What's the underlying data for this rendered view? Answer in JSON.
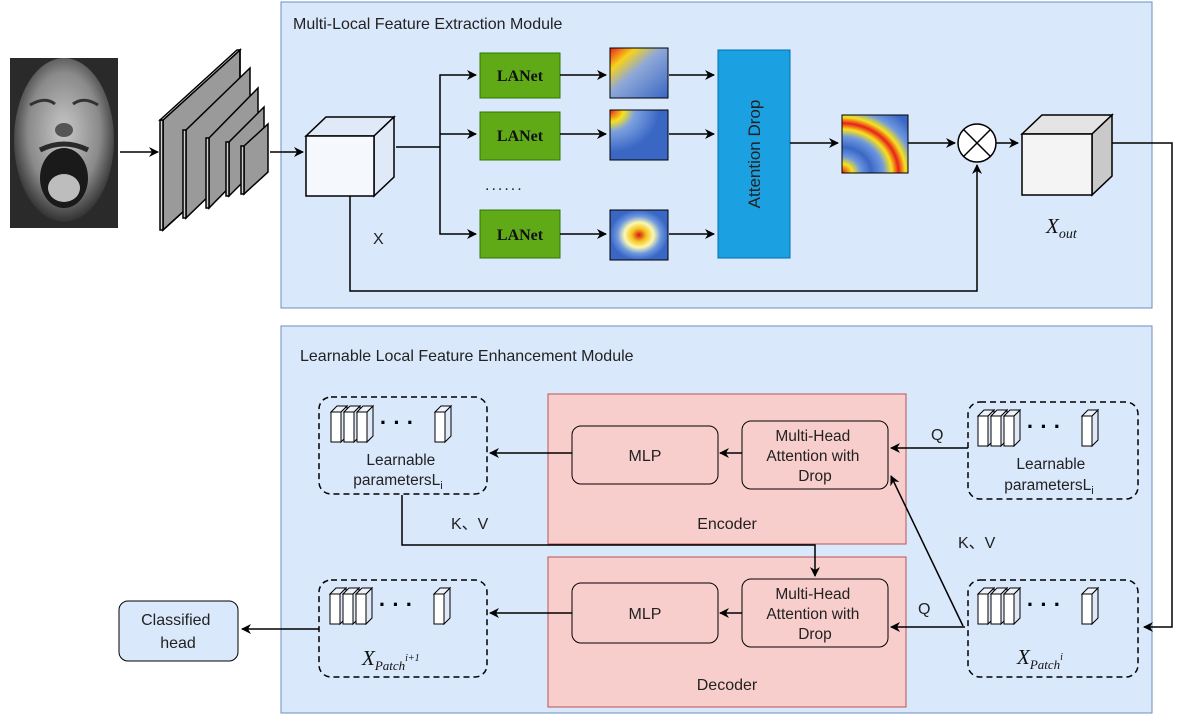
{
  "module1": {
    "title": "Multi-Local Feature Extraction Module"
  },
  "module2": {
    "title": "Learnable Local Feature Enhancement Module"
  },
  "lanet": {
    "label": "LANet",
    "ellipsis": "......"
  },
  "attention_drop": {
    "label": "Attention Drop"
  },
  "labels": {
    "x": "X",
    "x_out_main": "X",
    "x_out_sub": "out"
  },
  "encoder": {
    "title": "Encoder",
    "mlp": "MLP",
    "mha_line1": "Multi-Head",
    "mha_line2": "Attention with",
    "mha_line3": "Drop"
  },
  "decoder": {
    "title": "Decoder",
    "mlp": "MLP",
    "mha_line1": "Multi-Head",
    "mha_line2": "Attention with",
    "mha_line3": "Drop"
  },
  "learnable": {
    "line1": "Learnable",
    "line2": "parameters",
    "sub_main": "L",
    "sub_index": "i"
  },
  "token_dots": "· · ·",
  "arrows": {
    "q": "Q",
    "kv": "K、V"
  },
  "patch_in": {
    "main": "X",
    "sub": "Patch",
    "sup": "i"
  },
  "patch_out": {
    "main": "X",
    "sub": "Patch",
    "sup": "i+1"
  },
  "classified_head": {
    "line1": "Classified",
    "line2": "head"
  },
  "colors": {
    "module_bg": "#dae8fc",
    "module_border": "#6c8ebf",
    "lanet_fill": "#60a917",
    "attention_fill": "#1ba1e2",
    "coder_fill": "#f8cecc",
    "coder_border": "#b85450",
    "head_fill": "#dae8fc"
  }
}
